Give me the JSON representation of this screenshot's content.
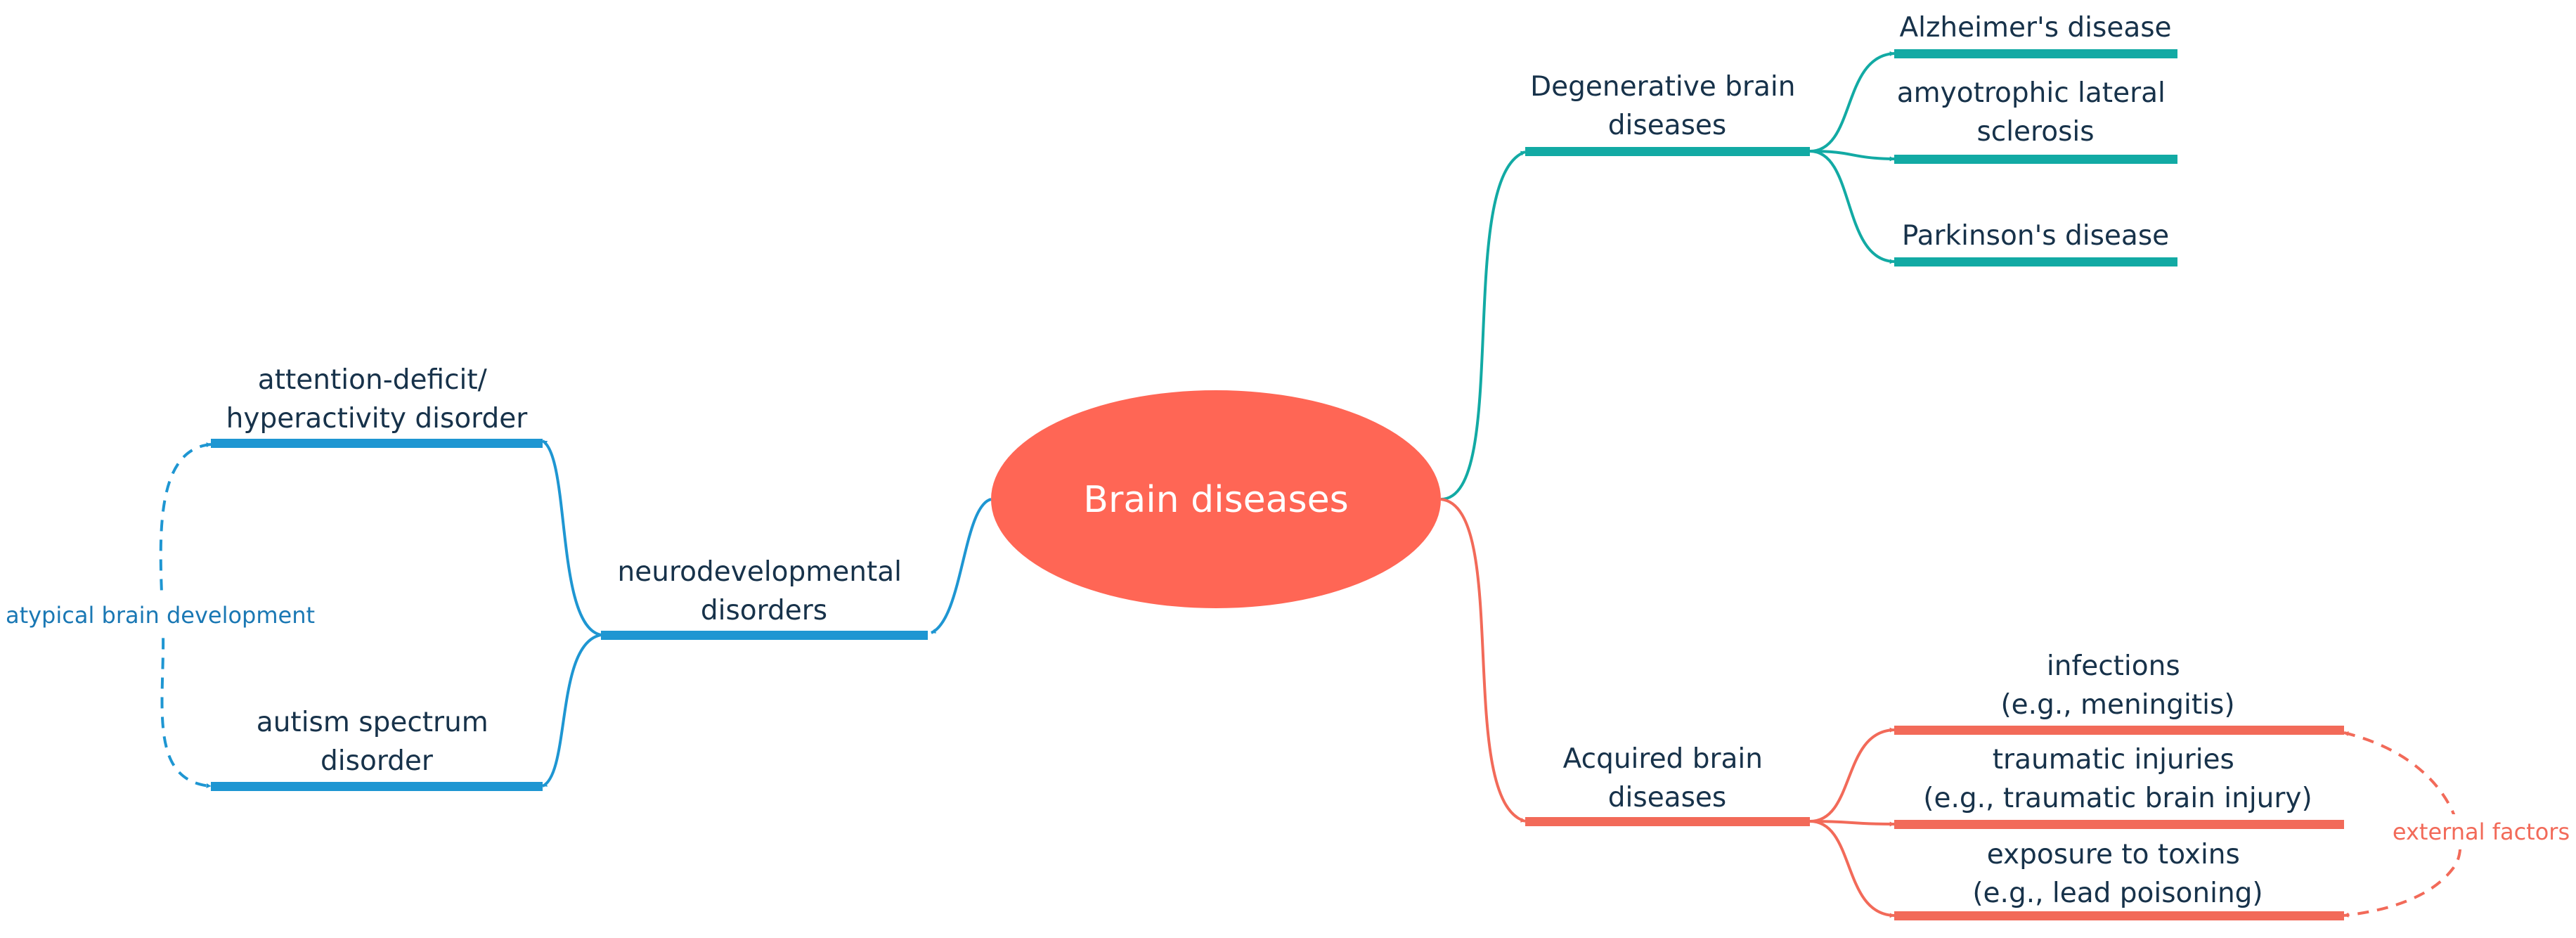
{
  "colors": {
    "center": "#ff6655",
    "blue": "#1e96d2",
    "teal": "#12aaa4",
    "red": "#f26a59",
    "text": "#17324a",
    "rel_blue": "#1a78b4",
    "rel_red": "#f26a59"
  },
  "center": {
    "label": "Brain diseases"
  },
  "branches": {
    "neuro": {
      "label_lines": [
        "neurodevelopmental",
        "disorders"
      ],
      "children": [
        {
          "label_lines": [
            "attention-deficit/",
            "hyperactivity disorder"
          ]
        },
        {
          "label_lines": [
            "autism spectrum",
            "disorder"
          ]
        }
      ],
      "relationship": "atypical brain development"
    },
    "degenerative": {
      "label_lines": [
        "Degenerative brain",
        "diseases"
      ],
      "children": [
        {
          "label_lines": [
            "Alzheimer's disease"
          ]
        },
        {
          "label_lines": [
            "amyotrophic lateral",
            "sclerosis"
          ]
        },
        {
          "label_lines": [
            "Parkinson's disease"
          ]
        }
      ]
    },
    "acquired": {
      "label_lines": [
        "Acquired brain",
        "diseases"
      ],
      "children": [
        {
          "label_lines": [
            "infections",
            "(e.g., meningitis)"
          ]
        },
        {
          "label_lines": [
            "traumatic injuries",
            "(e.g., traumatic brain injury)"
          ]
        },
        {
          "label_lines": [
            "exposure to toxins",
            "(e.g., lead poisoning)"
          ]
        }
      ],
      "relationship": "external factors"
    }
  }
}
